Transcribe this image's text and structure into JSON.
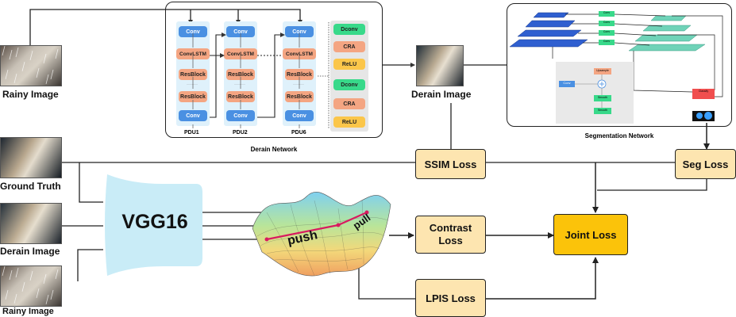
{
  "images": {
    "rainy_top": "Rainy Image",
    "derain_mid": "Derain Image",
    "ground_truth": "Ground Truth",
    "derain_bottom": "Derain Image",
    "rainy_bottom": "Rainy Image"
  },
  "derain_network": {
    "title": "Derain Network",
    "pdu_labels": [
      "PDU1",
      "PDU2",
      "PDU6"
    ],
    "pdu_blocks": [
      "Conv",
      "ConvLSTM",
      "ResBlock",
      "ResBlock",
      "Conv"
    ],
    "side_blocks": [
      "Dconv",
      "CRA",
      "ReLU",
      "Dconv",
      "CRA",
      "ReLU"
    ]
  },
  "segmentation_network": {
    "title": "Segmentation Network",
    "small_labels": {
      "conv": "Conv",
      "upsample": "Upsample",
      "smooth": "Smooth",
      "classify": "Classify",
      "encoder_convs": [
        "Conv",
        "Conv",
        "Conv",
        "Conv"
      ]
    }
  },
  "vgg_label": "VGG16",
  "push_label": "push",
  "pull_label": "pull",
  "losses": {
    "ssim": "SSIM Loss",
    "seg": "Seg Loss",
    "contrast": "Contrast Loss",
    "joint": "Joint Loss",
    "lpis": "LPIS Loss"
  },
  "colors": {
    "conv": "#4a90e2",
    "orange_block": "#f4a582",
    "green_block": "#38d98a",
    "pdu_bg": "#dff1fb",
    "vgg": "#c9ecf7",
    "loss_box": "#fde5b0",
    "joint_box": "#fbc30a",
    "push_arrow": "#d81b60",
    "classify": "#f04e4e"
  }
}
